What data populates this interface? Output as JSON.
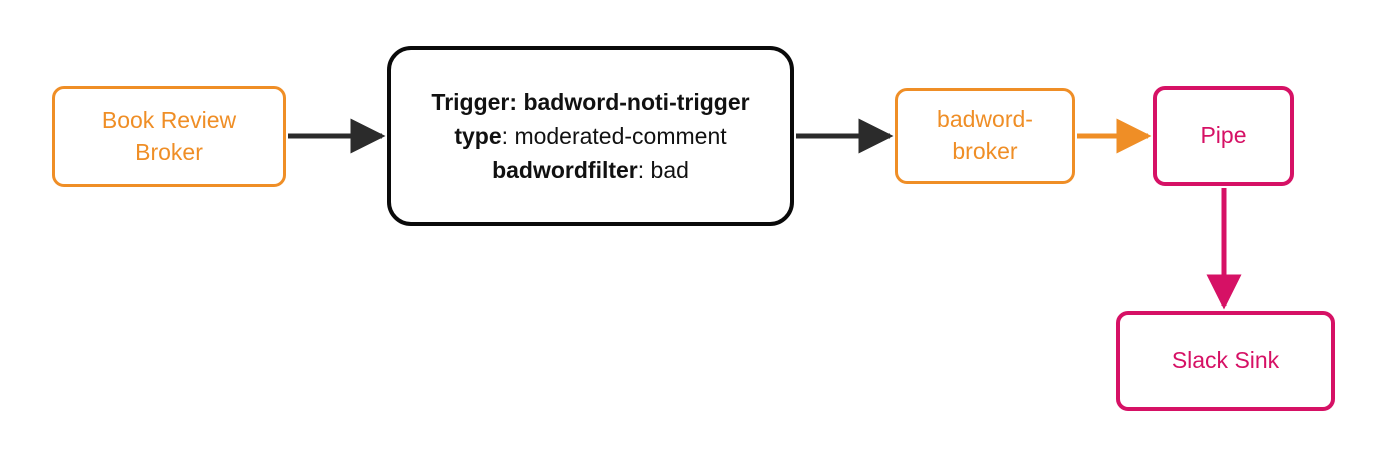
{
  "diagram": {
    "type": "flowchart",
    "direction": "left-to-right",
    "background": "#ffffff",
    "colors": {
      "broker_orange": "#ef8e26",
      "sink_pink": "#d61165",
      "trigger_black": "#0a0a0a",
      "edge_dark": "#2b2b2b"
    },
    "nodes": [
      {
        "id": "book-review-broker",
        "label": "Book Review Broker",
        "label_lines": [
          "Book Review",
          "Broker"
        ],
        "style": "broker",
        "color": "#ef8e26"
      },
      {
        "id": "badword-noti-trigger",
        "label": "Trigger: badword-noti-trigger type: moderated-comment badwordfilter: bad",
        "style": "trigger",
        "color": "#0a0a0a",
        "rows": [
          {
            "key": "Trigger:",
            "value": "badword-noti-trigger",
            "all_bold": true
          },
          {
            "key": "type",
            "separator": ": ",
            "value": "moderated-comment",
            "all_bold": false
          },
          {
            "key": "badwordfilter",
            "separator": ": ",
            "value": "bad",
            "all_bold": false
          }
        ]
      },
      {
        "id": "badword-broker",
        "label": "badword-broker",
        "label_lines": [
          "badword-",
          "broker"
        ],
        "style": "broker",
        "color": "#ef8e26"
      },
      {
        "id": "pipe",
        "label": "Pipe",
        "style": "sink",
        "color": "#d61165"
      },
      {
        "id": "slack-sink",
        "label": "Slack Sink",
        "style": "sink",
        "color": "#d61165"
      }
    ],
    "edges": [
      {
        "id": "edge-broker-to-trigger",
        "from": "book-review-broker",
        "to": "badword-noti-trigger",
        "color": "#2b2b2b",
        "orientation": "horizontal",
        "label": ""
      },
      {
        "id": "edge-trigger-to-badword-broker",
        "from": "badword-noti-trigger",
        "to": "badword-broker",
        "color": "#2b2b2b",
        "orientation": "horizontal",
        "label": ""
      },
      {
        "id": "edge-badword-broker-to-pipe",
        "from": "badword-broker",
        "to": "pipe",
        "color": "#ef8e26",
        "orientation": "horizontal",
        "label": ""
      },
      {
        "id": "edge-pipe-to-slack-sink",
        "from": "pipe",
        "to": "slack-sink",
        "color": "#d61165",
        "orientation": "vertical",
        "label": ""
      }
    ]
  }
}
